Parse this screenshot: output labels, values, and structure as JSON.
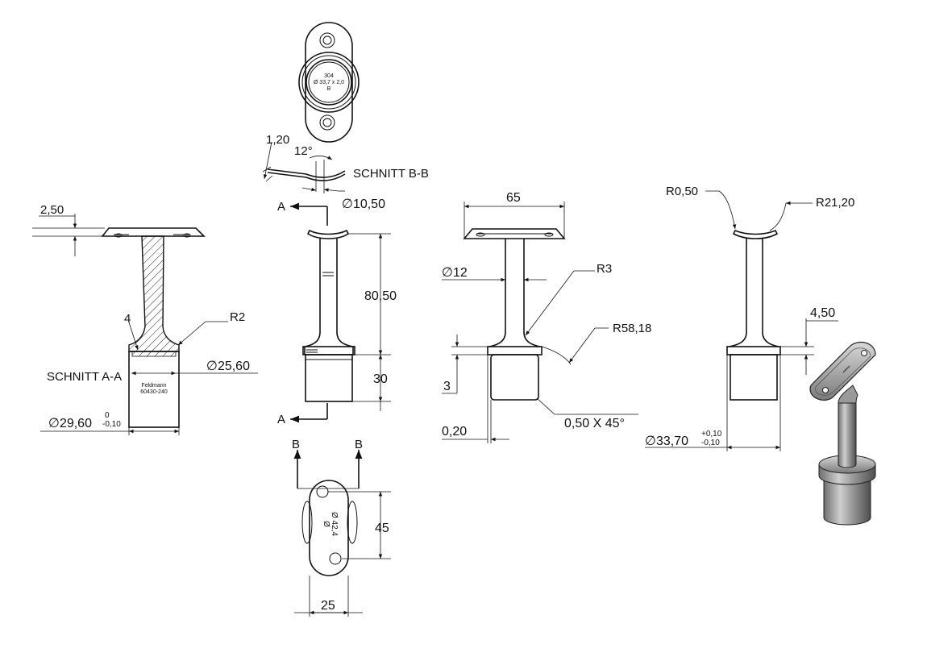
{
  "labels": {
    "section_aa": "SCHNITT A-A",
    "section_bb": "SCHNITT B-B",
    "section_mark_a": "A",
    "section_mark_b": "B"
  },
  "dimensions": {
    "d_2_50": "2,50",
    "d_4": "4",
    "d_r2": "R2",
    "d_dia_25_60": "25,60",
    "d_dia_29_60": "29,60",
    "d_dia_29_60_tol_upper": "0",
    "d_dia_29_60_tol_lower": "-0,10",
    "d_1_20": "1,20",
    "d_12deg": "12°",
    "d_dia_10_50": "10,50",
    "d_80_50": "80,50",
    "d_30": "30",
    "d_45": "45",
    "d_25": "25",
    "d_65": "65",
    "d_dia_12": "12",
    "d_r3": "R3",
    "d_r58_18": "R58,18",
    "d_3": "3",
    "d_0_20": "0,20",
    "d_chamfer": "0,50 X 45°",
    "d_r0_50": "R0,50",
    "d_r21_20": "R21,20",
    "d_4_50": "4,50",
    "d_dia_33_70": "33,70",
    "d_dia_33_70_tol_upper": "+0,10",
    "d_dia_33_70_tol_lower": "-0,10"
  },
  "engravings": {
    "brand": "Feldmann",
    "part_number": "60430-240",
    "top_material": "304",
    "top_size": "Ø 33,7 x 2,0",
    "top_letter": "B",
    "bottom_size": "Ø 42,4",
    "bottom_prefix": "Ø"
  },
  "symbols": {
    "diameter": "∅"
  }
}
